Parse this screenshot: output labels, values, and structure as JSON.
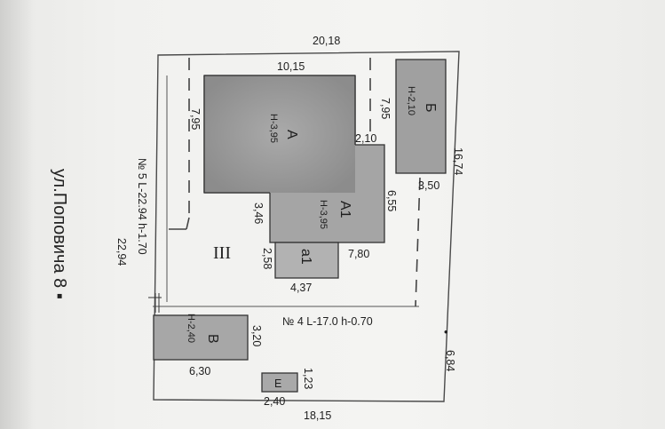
{
  "plan": {
    "street_label": "ул.Поповича 8 ▪",
    "plot_marker": "III",
    "top_width": "20,18",
    "bottom_width": "18,15",
    "right_upper": "16,74",
    "right_lower": "6,84",
    "left_length": "22,94",
    "fence_left": "№ 5  L-22.94 h-1.70",
    "fence_bottom": "№ 4 L-17.0 h-0.70",
    "buildings": {
      "A": {
        "name": "А",
        "height": "Н-3,95",
        "width": "10,15",
        "depth": "7,95"
      },
      "A1": {
        "name": "А1",
        "height": "Н-3,95",
        "right": "6,55",
        "left": "3,46",
        "bottom": "7,80",
        "step": "2,10"
      },
      "a1": {
        "name": "а1",
        "width": "4,37",
        "height": "2,58"
      },
      "B_upper": {
        "name": "Б",
        "height": "Н-2,10",
        "depth": "7,95",
        "width": "3,50"
      },
      "V": {
        "name": "В",
        "height": "Н-2,40",
        "width": "6,30",
        "depth": "3,20"
      },
      "E": {
        "name": "Е",
        "width": "2,40",
        "depth": "1,23"
      }
    }
  }
}
